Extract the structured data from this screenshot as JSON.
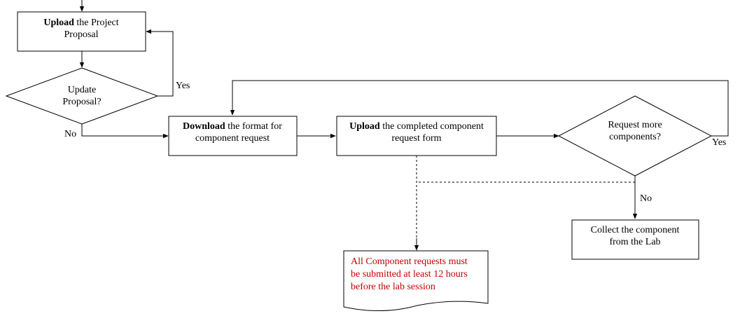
{
  "nodes": {
    "upload_proposal": {
      "bold": "Upload",
      "rest1": " the Project",
      "line2": "Proposal"
    },
    "update_decision": {
      "line1": "Update",
      "line2": "Proposal?"
    },
    "download_format": {
      "bold": "Download",
      "rest1": " the format for",
      "line2": "component request"
    },
    "upload_form": {
      "bold": "Upload",
      "rest1": " the completed component",
      "line2": "request form"
    },
    "more_decision": {
      "line1": "Request more",
      "line2": "components?"
    },
    "collect": {
      "line1": "Collect the component",
      "line2": "from the Lab"
    },
    "note": {
      "line1": "All Component requests must",
      "line2": "be submitted at least 12 hours",
      "line3": "before the lab session",
      "color": "#c00000"
    }
  },
  "edge_labels": {
    "update_yes": "Yes",
    "update_no": "No",
    "more_yes": "Yes",
    "more_no": "No"
  }
}
